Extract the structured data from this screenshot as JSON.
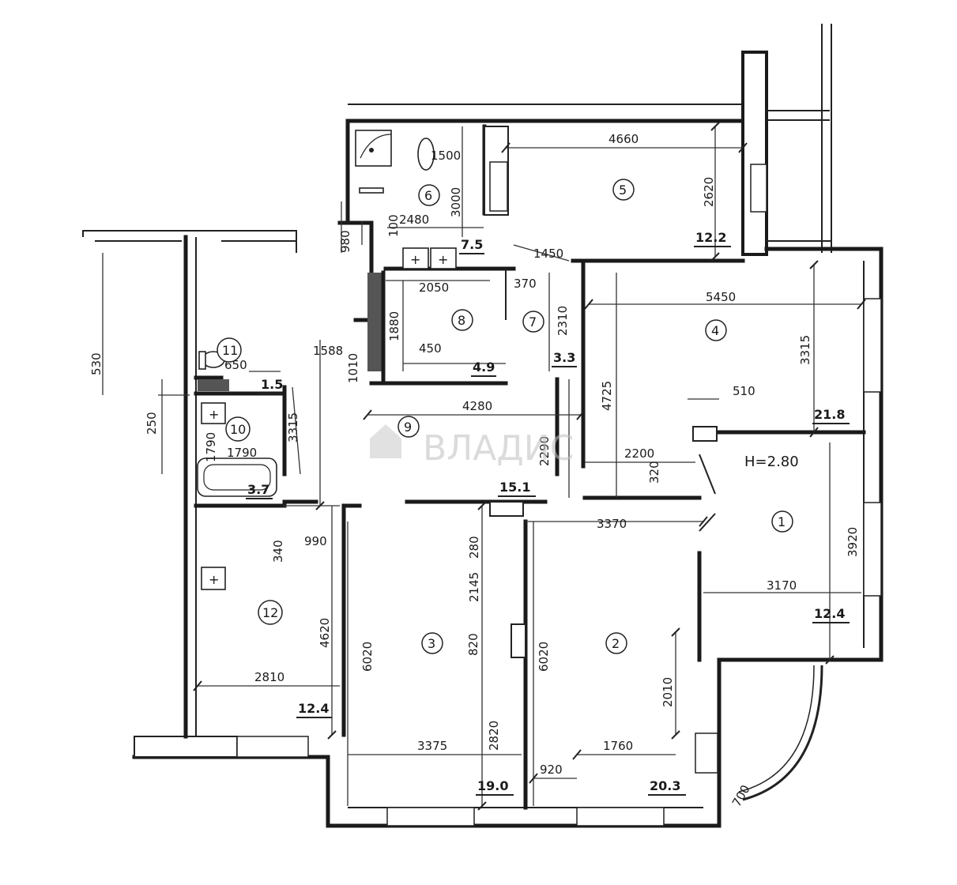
{
  "ceiling_height": "H=2.80",
  "watermark": "ВЛАДИС",
  "rooms": [
    {
      "id": "room-1",
      "number": "1",
      "area": "12.4"
    },
    {
      "id": "room-2",
      "number": "2",
      "area": "20.3"
    },
    {
      "id": "room-3",
      "number": "3",
      "area": "19.0"
    },
    {
      "id": "room-4",
      "number": "4",
      "area": "21.8"
    },
    {
      "id": "room-5",
      "number": "5",
      "area": "12.2"
    },
    {
      "id": "room-6",
      "number": "6",
      "area": "7.5"
    },
    {
      "id": "room-7",
      "number": "7",
      "area": "3.3"
    },
    {
      "id": "room-8",
      "number": "8",
      "area": "4.9"
    },
    {
      "id": "room-9",
      "number": "9",
      "area": "15.1"
    },
    {
      "id": "room-10",
      "number": "10",
      "area": "3.7"
    },
    {
      "id": "room-11",
      "number": "11",
      "area": "1.5"
    },
    {
      "id": "room-12",
      "number": "12",
      "area": "12.4"
    }
  ],
  "dimensions": [
    "4660",
    "2620",
    "1500",
    "3000",
    "2480",
    "100",
    "980",
    "1450",
    "2050",
    "370",
    "5450",
    "3315",
    "1880",
    "2310",
    "1588",
    "650",
    "530",
    "1010",
    "450",
    "4725",
    "510",
    "250",
    "3315",
    "4280",
    "2290",
    "1790",
    "1790",
    "2200",
    "320",
    "990",
    "340",
    "3370",
    "280",
    "2145",
    "3920",
    "3170",
    "4620",
    "6020",
    "820",
    "6020",
    "2810",
    "2010",
    "3375",
    "2820",
    "1760",
    "920",
    "700"
  ]
}
